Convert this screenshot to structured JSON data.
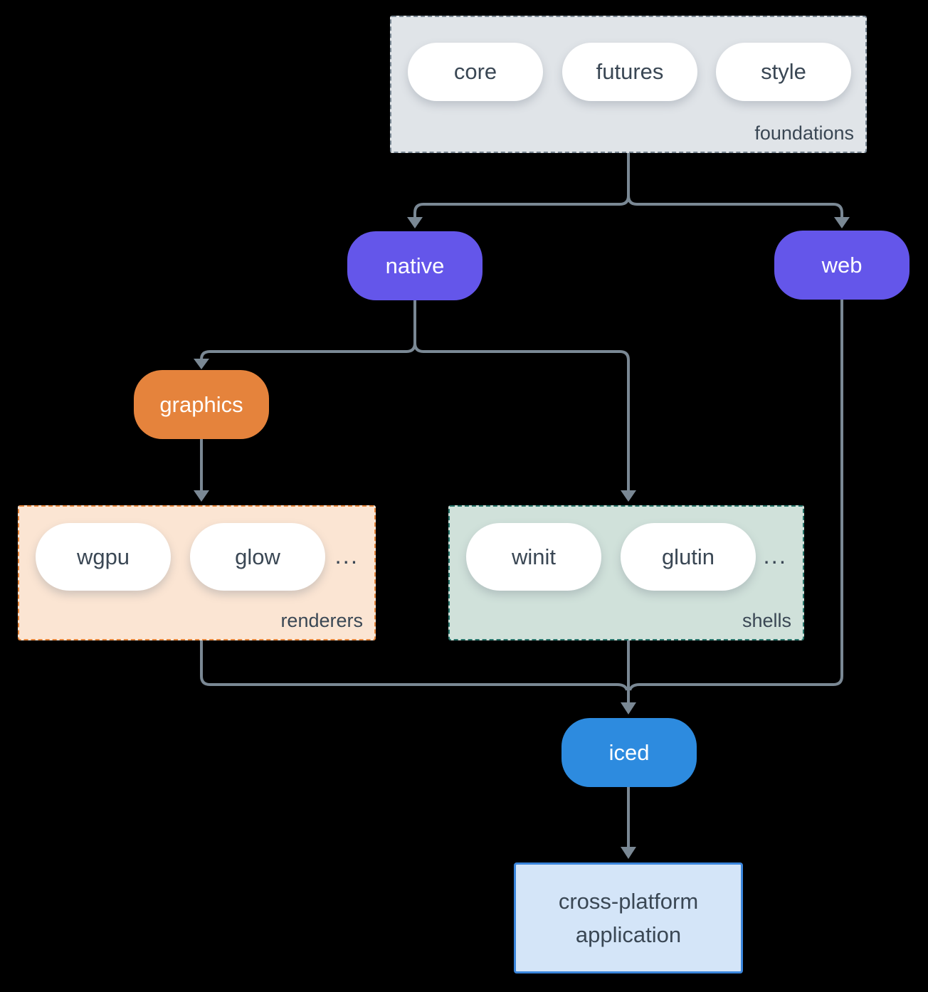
{
  "diagram": {
    "title_hint": "iced ecosystem architecture",
    "foundations": {
      "label": "foundations",
      "pills": [
        "core",
        "futures",
        "style"
      ]
    },
    "native_label": "native",
    "web_label": "web",
    "graphics_label": "graphics",
    "renderers": {
      "label": "renderers",
      "pills": [
        "wgpu",
        "glow"
      ],
      "ellipsis": "..."
    },
    "shells": {
      "label": "shells",
      "pills": [
        "winit",
        "glutin"
      ],
      "ellipsis": "..."
    },
    "iced_label": "iced",
    "application": {
      "lines": [
        "cross-platform",
        "application"
      ]
    }
  },
  "colors": {
    "background": "#000000",
    "connector": "#7A8894",
    "foundations_fill": "#E0E4E8",
    "foundations_border": "#7A8894",
    "node_purple": "#6456EA",
    "node_orange": "#E5833C",
    "renderers_fill": "#FBE5D3",
    "renderers_border": "#E5853B",
    "shells_fill": "#D0E1DA",
    "shells_border": "#27746A",
    "node_blue": "#2D8BDF",
    "app_fill": "#D4E5F8",
    "app_border": "#3A85DB",
    "text_dark": "#3A4754",
    "text_light": "#FFFFFF"
  }
}
